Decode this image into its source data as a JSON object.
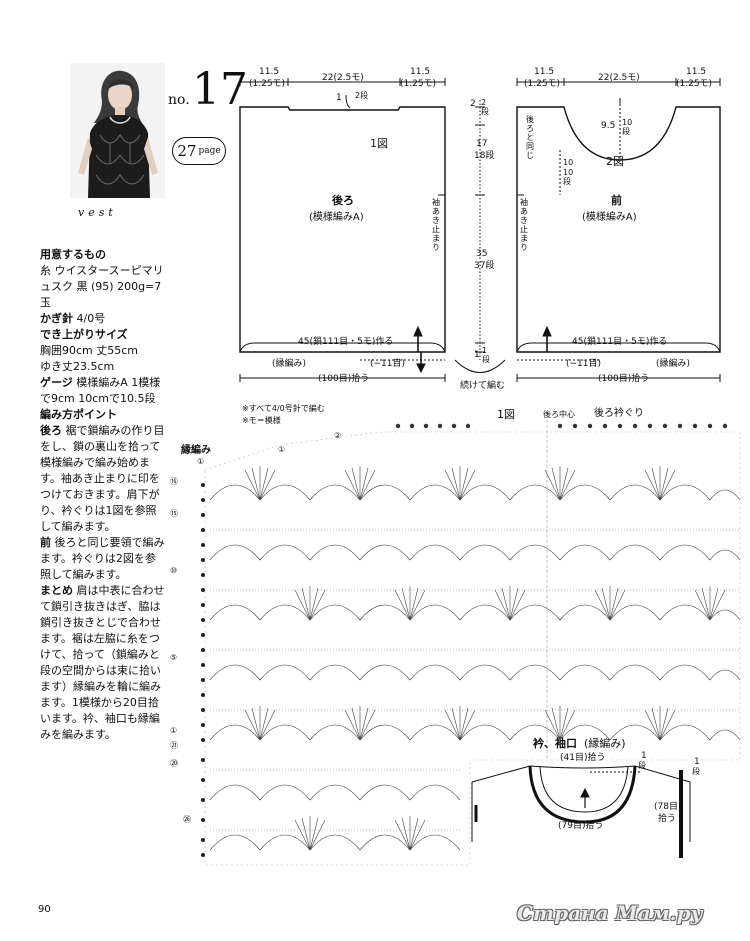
{
  "header": {
    "number_label": "no.",
    "number": "17",
    "page_num": "27",
    "page_word": "page",
    "category": "vest"
  },
  "materials": {
    "heading_prep": "用意するもの",
    "yarn_label": "糸",
    "yarn_text": "ウイスタースーピマリュスク 黒 (95) 200g=7玉",
    "hook_label": "かぎ針",
    "hook_text": "4/0号",
    "size_heading": "でき上がりサイズ",
    "size_text": "胸囲90cm 丈55cm",
    "sleeve_text": "ゆき丈23.5cm",
    "gauge_label": "ゲージ",
    "gauge_text": "模様編みA 1模様で9cm 10cmで10.5段",
    "points_heading": "編み方ポイント",
    "back_label": "後ろ",
    "back_text": "裾で鎖編みの作り目をし、鎖の裏山を拾って模様編みで編み始めます。袖あき止まりに印をつけておきます。肩下がり、衿ぐりは1図を参照して編みます。",
    "front_label": "前",
    "front_text": "後ろと同じ要領で編みます。衿ぐりは2図を参照して編みます。",
    "finish_label": "まとめ",
    "finish_text": "肩は中表に合わせて鎖引き抜きはぎ、脇は鎖引き抜きとじで合わせます。裾は左脇に糸をつけて、拾って（鎖編みと段の空間からは束に拾います）縁編みを輪に編みます。1模様から20目拾います。衿、袖口も縁編みを編みます。"
  },
  "back_diagram": {
    "top_left": "11.5",
    "top_left_sub": "(1.25モ)",
    "top_mid": "22(2.5モ)",
    "top_right": "11.5",
    "top_right_sub": "(1.25モ)",
    "neck_drop": "1",
    "neck_drop_rows": "2段",
    "fig_label": "1図",
    "title": "後ろ",
    "subtitle": "(模様編みA)",
    "armhole": "袖あき止まり",
    "hem_cast": "45(鎖111目・5モ)作る",
    "edge_name": "(縁編み)",
    "edge_minus": "(−11目)",
    "edge_pickup": "(100目)拾う"
  },
  "middle_dims": {
    "shoulder": "2",
    "shoulder_rows": "2段",
    "armhole": "17",
    "armhole_rows": "18段",
    "body": "35",
    "body_rows": "37段",
    "hem": "1",
    "hem_rows": "1段",
    "continue": "続けて編む"
  },
  "front_diagram": {
    "top_left": "11.5",
    "top_left_sub": "(1.25モ)",
    "top_mid": "22(2.5モ)",
    "top_right": "11.5",
    "top_right_sub": "(1.25モ)",
    "neck_depth": "9.5",
    "neck_depth_rows": "10段",
    "same_as_back": "後ろと同じ",
    "side_depth": "10",
    "side_depth_rows": "10段",
    "fig_label": "2図",
    "title": "前",
    "subtitle": "(模様編みA)",
    "armhole": "袖あき止まり",
    "hem_cast": "45(鎖111目・5モ)作る",
    "edge_minus": "(−11目)",
    "edge_name": "(縁編み)",
    "edge_pickup": "(100目)拾う"
  },
  "chart": {
    "note1": "※すべて4/0号針で編む",
    "note2": "※モ＝模様",
    "fig_label": "1図",
    "center_back": "後ろ中心",
    "neckline": "後ろ衿ぐり",
    "edge_label": "縁編み",
    "row_marks": [
      "①",
      "①",
      "②",
      "⑯",
      "⑮",
      "⑩",
      "⑤",
      "①",
      "㉑",
      "⑳",
      "㉖"
    ]
  },
  "collar": {
    "title": "衿、袖口",
    "title_sub": "(縁編み)",
    "top_pickup": "(41目)拾う",
    "rows": "1",
    "rows_unit": "段",
    "bottom_pickup": "(79目)拾う",
    "side_rows": "1",
    "side_rows_unit": "段",
    "side_pickup": "(78目)",
    "side_pickup_verb": "拾う"
  },
  "footer": {
    "page_number": "90",
    "watermark": "Страна Мам.ру"
  }
}
